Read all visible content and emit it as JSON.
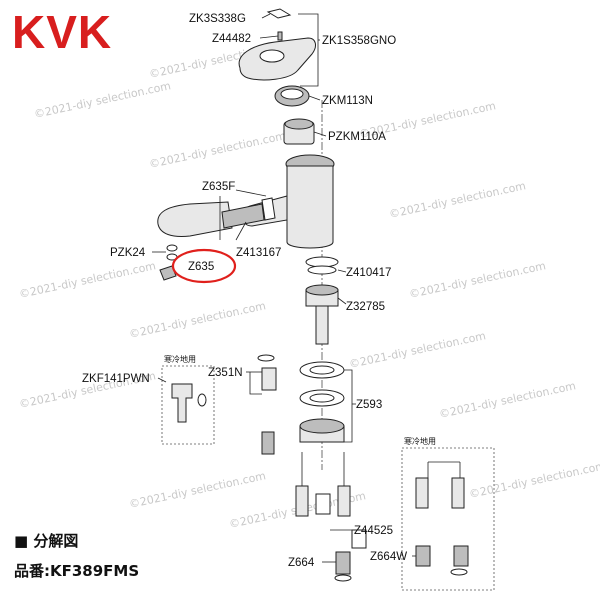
{
  "brand": {
    "logo_text": "KVK",
    "logo_color": "#d81e1e"
  },
  "caption": {
    "title": "■ 分解図",
    "model": "品番:KF389FMS"
  },
  "watermark": "©2021-diy selection.com",
  "highlight": {
    "part": "Z635",
    "color": "#e0201c"
  },
  "callouts": {
    "zk3s338g": "ZK3S338G",
    "z44482": "Z44482",
    "zk1s358gno": "ZK1S358GNO",
    "zkm113n": "ZKM113N",
    "pzkm110a": "PZKM110A",
    "z635f": "Z635F",
    "pzk24": "PZK24",
    "z635": "Z635",
    "z413167": "Z413167",
    "z410417": "Z410417",
    "z32785": "Z32785",
    "zkf141pwn": "ZKF141PWN",
    "z351n": "Z351N",
    "z593": "Z593",
    "z44525": "Z44525",
    "z664": "Z664",
    "z664w": "Z664W"
  },
  "cold_region_label": "寒冷地用"
}
